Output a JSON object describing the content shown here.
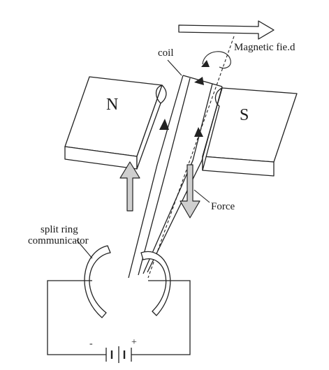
{
  "labels": {
    "magnetic_field": "Magnetic fie.d",
    "coil": "coil",
    "north": "N",
    "south": "S",
    "force": "Force",
    "split_ring_line1": "split ring",
    "split_ring_line2": "communicator",
    "minus": "-",
    "plus": "+"
  },
  "colors": {
    "line": "#222222",
    "magnet_face": "#ffffff",
    "shaded_arrow": "#cfcfcf",
    "background": "#ffffff"
  }
}
